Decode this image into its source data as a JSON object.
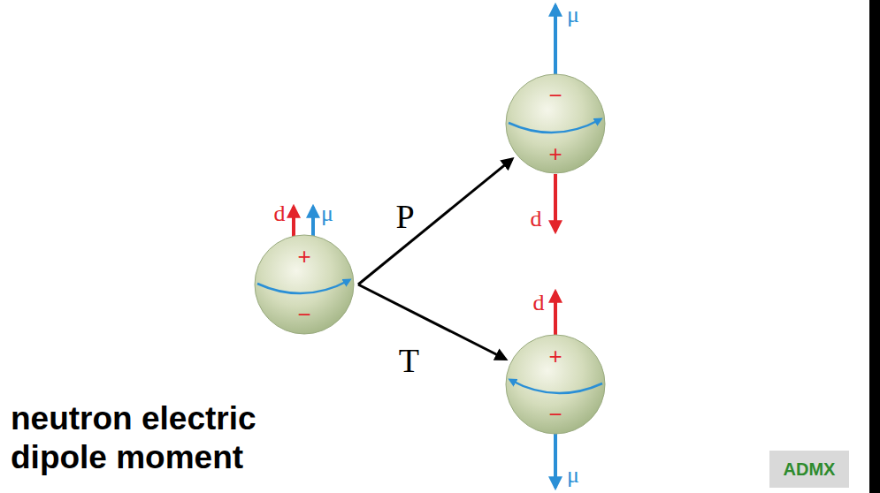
{
  "diagram": {
    "title": "neutron electric dipole moment",
    "nodes": [
      {
        "text": [
          "+",
          "−"
        ]
      },
      {
        "text": [
          "−",
          "+"
        ]
      },
      {
        "text": [
          "+",
          "−"
        ]
      },
      {
        "text": [
          "ADMX"
        ]
      }
    ],
    "edges": [
      {
        "from": 0,
        "to": 1,
        "label": "P",
        "arrow": "to"
      },
      {
        "from": 0,
        "to": 2,
        "label": "T",
        "arrow": "to"
      }
    ],
    "labels": [
      "d",
      "μ",
      "μ",
      "d",
      "d",
      "μ"
    ]
  }
}
